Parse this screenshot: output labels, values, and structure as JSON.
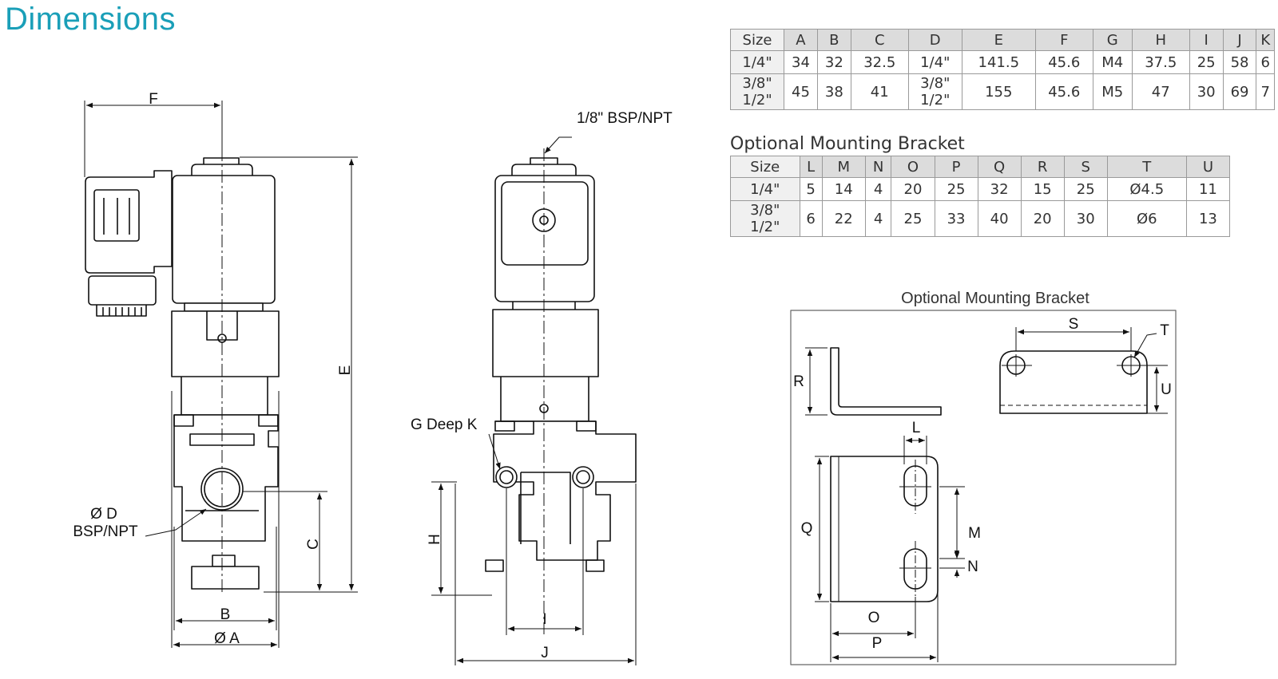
{
  "page": {
    "title": "Dimensions"
  },
  "valve_table": {
    "headers": [
      "Size",
      "A",
      "B",
      "C",
      "D",
      "E",
      "F",
      "G",
      "H",
      "I",
      "J",
      "K"
    ],
    "rows": [
      [
        "1/4\"",
        "34",
        "32",
        "32.5",
        "1/4\"",
        "141.5",
        "45.6",
        "M4",
        "37.5",
        "25",
        "58",
        "6"
      ],
      [
        "3/8\"\n1/2\"",
        "45",
        "38",
        "41",
        "3/8\"\n1/2\"",
        "155",
        "45.6",
        "M5",
        "47",
        "30",
        "69",
        "7"
      ]
    ]
  },
  "bracket_table": {
    "subtitle": "Optional Mounting Bracket",
    "headers": [
      "Size",
      "L",
      "M",
      "N",
      "O",
      "P",
      "Q",
      "R",
      "S",
      "T",
      "U"
    ],
    "rows": [
      [
        "1/4\"",
        "5",
        "14",
        "4",
        "20",
        "25",
        "32",
        "15",
        "25",
        "Ø4.5",
        "11"
      ],
      [
        "3/8\"\n1/2\"",
        "6",
        "22",
        "4",
        "25",
        "33",
        "40",
        "20",
        "30",
        "Ø6",
        "13"
      ]
    ]
  },
  "drawing_labels": {
    "F": "F",
    "E": "E",
    "C": "C",
    "B": "B",
    "A": "Ø A",
    "D_line1": "Ø D",
    "D_line2": "BSP/NPT",
    "port_top": "1/8\" BSP/NPT",
    "G": "G Deep K",
    "H": "H",
    "I": "I",
    "J": "J"
  },
  "bracket_drawing": {
    "title": "Optional Mounting Bracket",
    "labels": {
      "R": "R",
      "S": "S",
      "T": "T",
      "U": "U",
      "L": "L",
      "M": "M",
      "N": "N",
      "Q": "Q",
      "O": "O",
      "P": "P"
    }
  }
}
